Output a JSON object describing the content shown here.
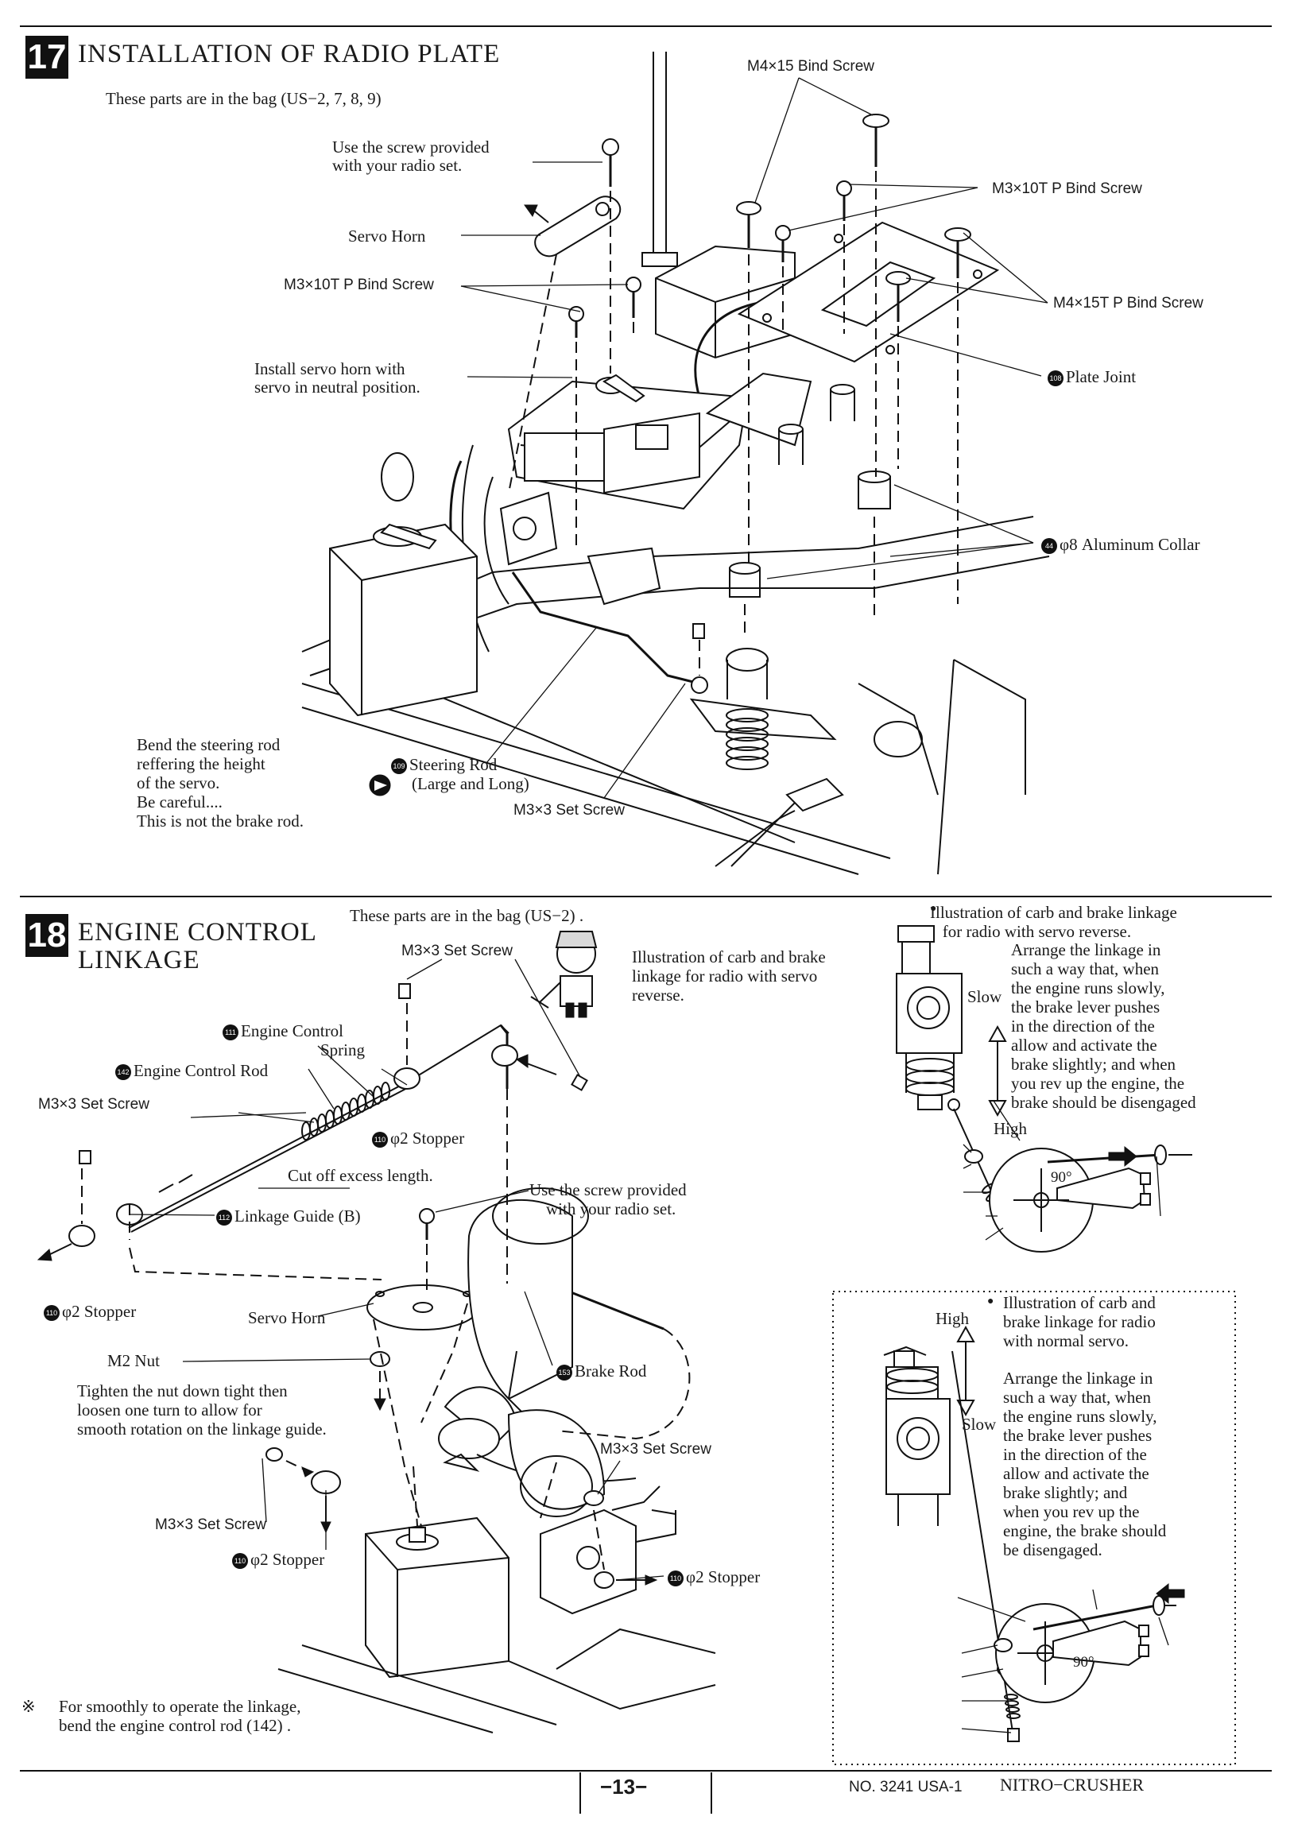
{
  "section17": {
    "step": "17",
    "title": "INSTALLATION OF RADIO PLATE",
    "bag_note": "These parts are in the bag (US−2, 7, 8, 9)",
    "labels": {
      "m4x15_bind": "M4×15 Bind Screw",
      "use_screw_1": "Use the screw provided",
      "use_screw_2": "with your radio set.",
      "m3x10_right": "M3×10T P Bind Screw",
      "servo_horn": "Servo Horn",
      "m3x10_left": "M3×10T P Bind Screw",
      "m4x15tp": "M4×15T P Bind Screw",
      "install_1": "Install servo horn with",
      "install_2": "servo in neutral position.",
      "plate_joint_no": "108",
      "plate_joint": "Plate Joint",
      "collar_no": "44",
      "collar": "φ8 Aluminum Collar",
      "bend_note": "Bend the steering rod\nreffering the height\nof the servo.\nBe careful....\nThis is not the brake rod.",
      "steering_rod_no": "109",
      "steering_rod_1": "Steering Rod",
      "steering_rod_2": "(Large and Long)",
      "m3x3_set": "M3×3 Set Screw"
    }
  },
  "section18": {
    "step": "18",
    "title_1": "ENGINE CONTROL",
    "title_2": "LINKAGE",
    "bag_note": "These parts are in the bag (US−2) .",
    "labels": {
      "m3x3_top": "M3×3 Set Screw",
      "illus_rev": "Illustration of carb and brake\nlinkage for radio with servo\nreverse.",
      "spring_no": "111",
      "spring_1": "Engine Control",
      "spring_2": "Spring",
      "rod_no": "142",
      "rod": "Engine Control Rod",
      "m3x3_left": "M3×3 Set Screw",
      "stopper_no": "110",
      "stopper_mid": "φ2 Stopper",
      "cut_off": "Cut off excess length.",
      "guide_no": "112",
      "guide": "Linkage Guide (B)",
      "use_screw": "Use the screw provided\n    with your radio set.",
      "stopper_left": "φ2 Stopper",
      "servo_horn": "Servo Horn",
      "m2nut": "M2 Nut",
      "brake_rod_no": "153",
      "brake_rod": "Brake Rod",
      "tighten": "Tighten the nut down tight then\nloosen one turn to allow for\nsmooth rotation on the linkage guide.",
      "m3x3_right": "M3×3 Set Screw",
      "m3x3_bottom": "M3×3 Set Screw",
      "stopper_bottom": "φ2 Stopper",
      "stopper_right": "φ2 Stopper",
      "footnote_mark": "※",
      "footnote": "For smoothly to operate the linkage,\nbend the engine control rod (142) ."
    },
    "side_reverse": {
      "heading": "Illustration of carb and brake linkage\n   for radio with servo reverse.",
      "text": "Arrange the linkage in\nsuch a way that, when\nthe engine runs slowly,\nthe brake lever pushes\nin the direction of the\nallow and activate the\nbrake slightly; and when\nyou rev up the engine, the\nbrake should be disengaged",
      "slow": "Slow",
      "high": "High",
      "angle": "90°"
    },
    "side_normal": {
      "heading": "Illustration of carb and\nbrake linkage for radio\nwith normal servo.",
      "text": "Arrange the linkage in\nsuch a way that, when\nthe engine runs slowly,\nthe brake lever pushes\nin the direction of the\nallow and activate the\nbrake slightly; and\nwhen you rev up the\nengine, the brake should\nbe disengaged.",
      "high": "High",
      "slow": "Slow",
      "angle": "90°"
    }
  },
  "footer": {
    "page": "−13−",
    "doc": "NO. 3241 USA-1",
    "model": "NITRO−CRUSHER"
  }
}
